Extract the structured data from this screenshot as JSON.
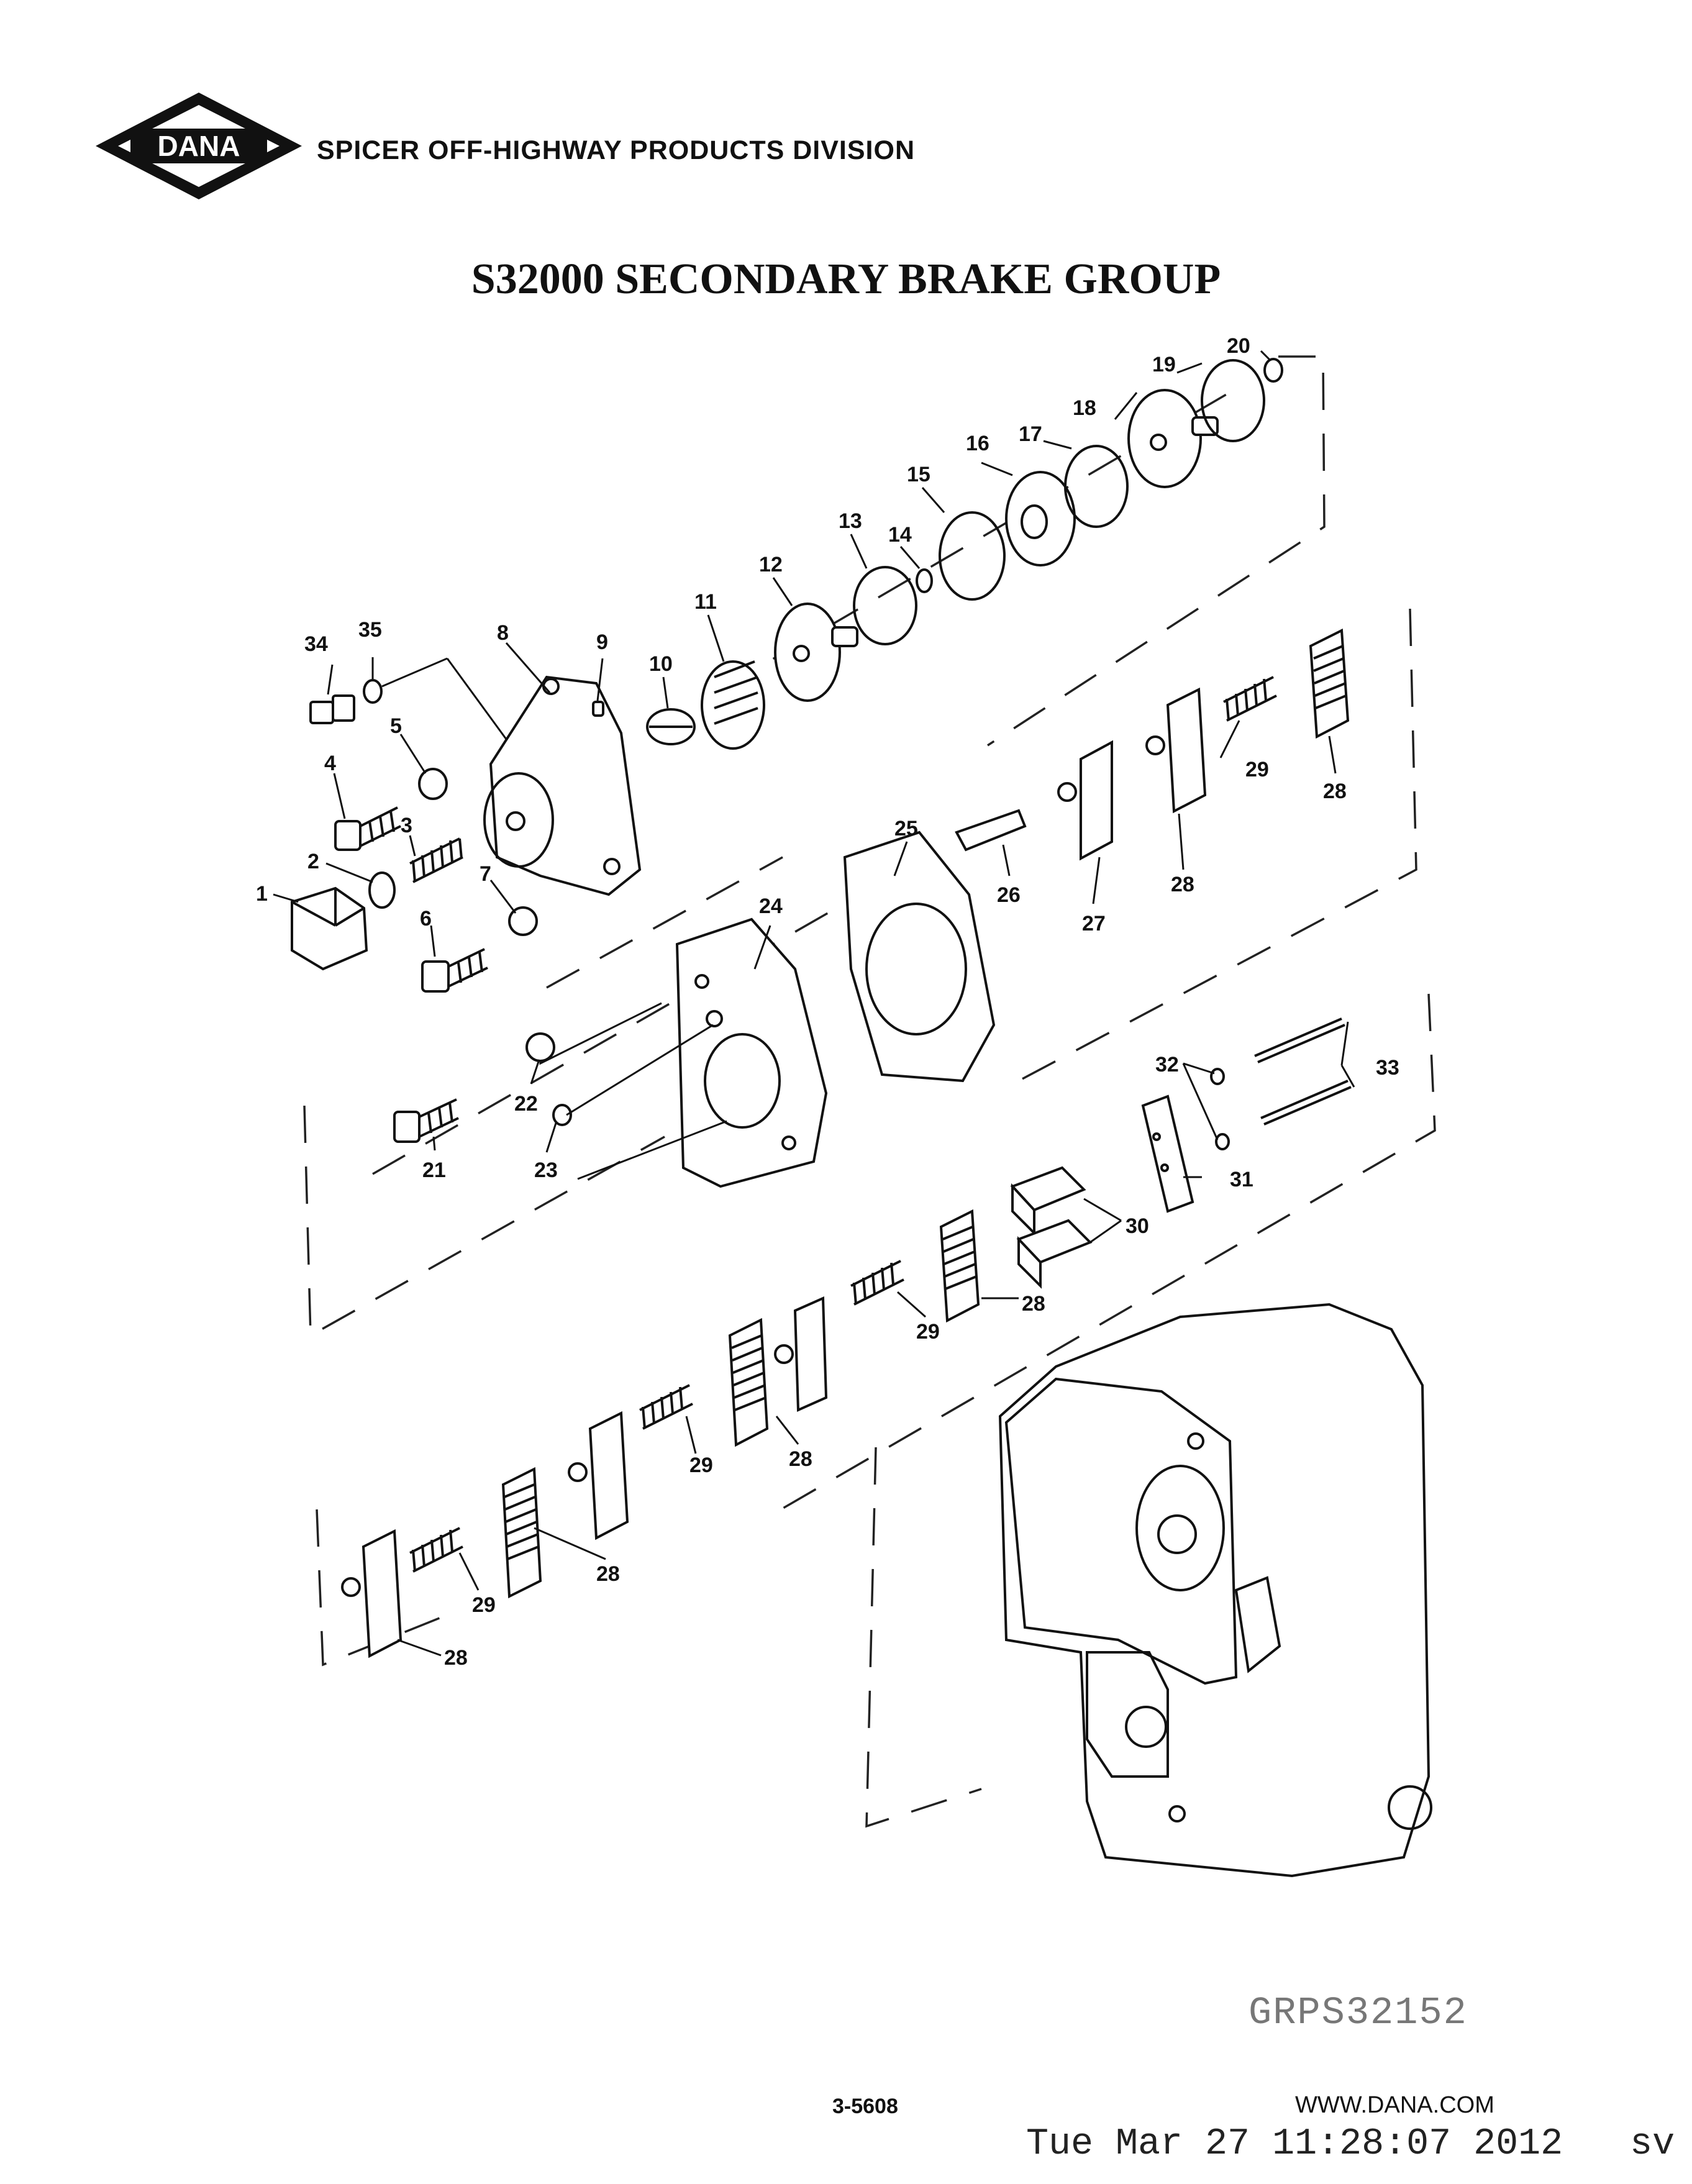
{
  "header": {
    "logo_text": "DANA",
    "division": "SPICER OFF-HIGHWAY PRODUCTS DIVISION"
  },
  "title": "S32000 SECONDARY BRAKE GROUP",
  "diagram": {
    "callouts": [
      "1",
      "2",
      "3",
      "4",
      "5",
      "6",
      "7",
      "8",
      "9",
      "10",
      "11",
      "12",
      "13",
      "14",
      "15",
      "16",
      "17",
      "18",
      "19",
      "20",
      "21",
      "22",
      "23",
      "24",
      "25",
      "26",
      "27",
      "28",
      "28",
      "28",
      "28",
      "28",
      "28",
      "29",
      "29",
      "29",
      "29",
      "30",
      "31",
      "32",
      "33",
      "34",
      "35"
    ]
  },
  "footer": {
    "drawing_id": "GRPS32152",
    "page_number": "3-5608",
    "website": "WWW.DANA.COM",
    "timestamp": "Tue Mar 27 11:28:07 2012",
    "user": "sv"
  }
}
